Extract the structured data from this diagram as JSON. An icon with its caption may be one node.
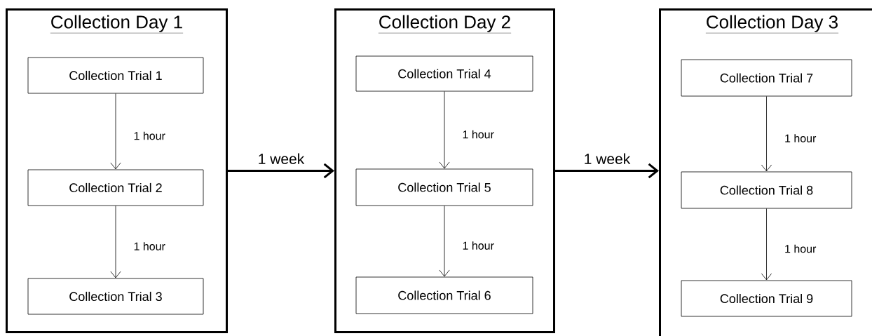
{
  "diagram": {
    "nodes": [
      {
        "text": [
          "Collection Day 1"
        ]
      },
      {
        "text": [
          "Collection Trial 1"
        ],
        "in": 0
      },
      {
        "text": [
          "Collection Trial 2"
        ],
        "in": 0
      },
      {
        "text": [
          "Collection Trial 3"
        ],
        "in": 0
      },
      {
        "text": [
          "Collection Day 2"
        ]
      },
      {
        "text": [
          "Collection Trial 4"
        ],
        "in": 4
      },
      {
        "text": [
          "Collection Trial 5"
        ],
        "in": 4
      },
      {
        "text": [
          "Collection Trial 6"
        ],
        "in": 4
      },
      {
        "text": [
          "Collection Day 3"
        ]
      },
      {
        "text": [
          "Collection Trial 7"
        ],
        "in": 8
      },
      {
        "text": [
          "Collection Trial 8"
        ],
        "in": 8
      },
      {
        "text": [
          "Collection Trial 9"
        ],
        "in": 8
      }
    ],
    "edges": [
      {
        "from": 1,
        "to": 2,
        "arrow": "to",
        "label": "1 hour"
      },
      {
        "from": 2,
        "to": 3,
        "arrow": "to",
        "label": "1 hour"
      },
      {
        "from": 0,
        "to": 4,
        "arrow": "to",
        "label": "1 week",
        "style": "thick"
      },
      {
        "from": 5,
        "to": 6,
        "arrow": "to",
        "label": "1 hour"
      },
      {
        "from": 6,
        "to": 7,
        "arrow": "to",
        "label": "1 hour"
      },
      {
        "from": 4,
        "to": 8,
        "arrow": "to",
        "label": "1 week",
        "style": "thick"
      },
      {
        "from": 9,
        "to": 10,
        "arrow": "to",
        "label": "1 hour"
      },
      {
        "from": 10,
        "to": 11,
        "arrow": "to",
        "label": "1 hour"
      }
    ]
  }
}
